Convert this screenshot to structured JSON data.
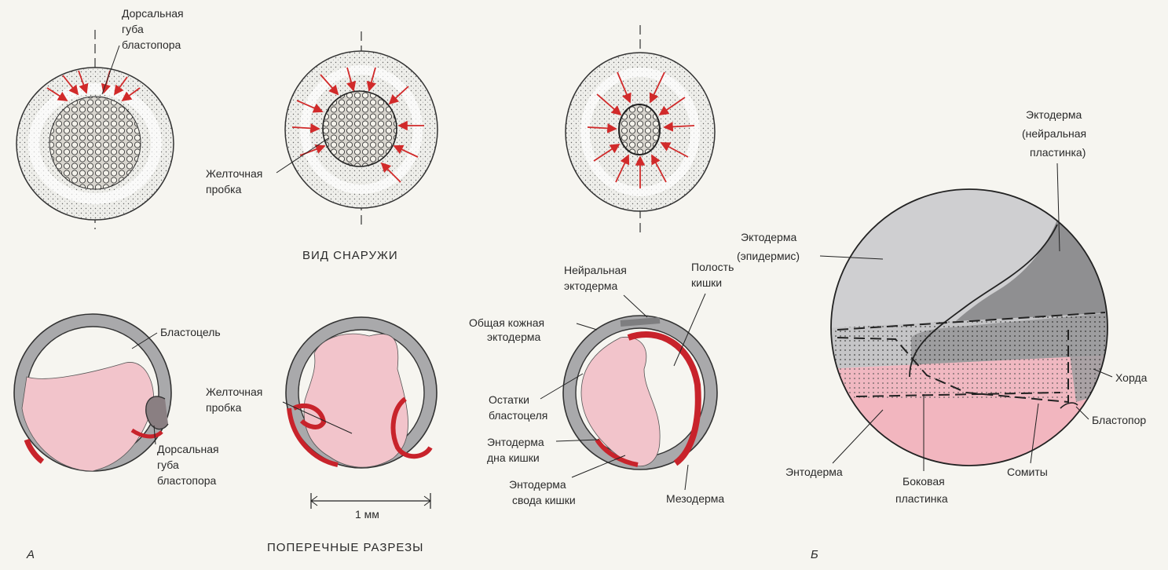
{
  "panels": {
    "a": "А",
    "b": "Б"
  },
  "headers": {
    "external": "ВИД СНАРУЖИ",
    "sections": "ПОПЕРЕЧНЫЕ РАЗРЕЗЫ"
  },
  "top": {
    "dorsal_lip": [
      "Дорсальная",
      "губа",
      "бластопора"
    ],
    "yolk_plug": [
      "Желточная",
      "пробка"
    ]
  },
  "sections": {
    "blastocoel": "Бластоцель",
    "yolk_plug": [
      "Желточная",
      "пробка"
    ],
    "dorsal_lip": [
      "Дорсальная",
      "губа",
      "бластопора"
    ],
    "scale": "1 мм",
    "neural_ectoderm": [
      "Нейральная",
      "эктодерма"
    ],
    "gut_cavity": [
      "Полость",
      "кишки"
    ],
    "skin_ectoderm": [
      "Общая кожная",
      "эктодерма"
    ],
    "blastocoel_remnants": [
      "Остатки",
      "бластоцеля"
    ],
    "floor_endoderm": [
      "Энтодерма",
      "дна кишки"
    ],
    "roof_endoderm": [
      "Энтодерма",
      "свода кишки"
    ],
    "mesoderm": "Мезодерма"
  },
  "b": {
    "ecto_neural": [
      "Эктодерма",
      "(нейральная",
      "пластинка)"
    ],
    "ecto_epi": [
      "Эктодерма",
      "(эпидермис)"
    ],
    "notochord": "Хорда",
    "blastopore": "Бластопор",
    "endoderm": "Энтодерма",
    "lateral_plate": [
      "Боковая",
      "пластинка"
    ],
    "somites": "Сомиты"
  },
  "colors": {
    "pink": "#f2c4cb",
    "red": "#c8232b",
    "gray": "#a9a9ab",
    "darkgray": "#7e7e80",
    "lightgray": "#cfcfd1",
    "bg": "#f6f5f0"
  }
}
